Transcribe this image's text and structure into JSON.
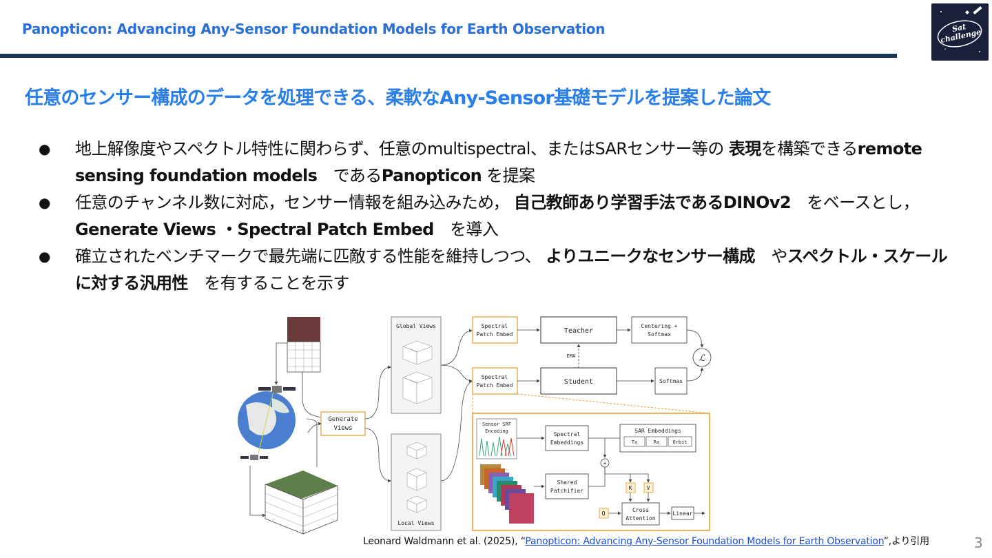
{
  "header": {
    "title": "Panopticon: Advancing Any-Sensor Foundation Models for Earth Observation",
    "logo_text_top": "Sat",
    "logo_text_bottom": "challenge"
  },
  "lead": "任意のセンサー構成のデータを処理できる、柔軟なAny-Sensor基礎モデルを提案した論文",
  "bullets": [
    {
      "parts": [
        "地上解像度やスペクトル特性に関わらず、任意のmultispectral、またはSARセンサー等の ",
        "表現",
        "を構築できる",
        "remote sensing foundation models",
        "　である",
        "Panopticon",
        " を提案"
      ]
    },
    {
      "parts": [
        "任意のチャンネル数に対応，センサー情報を組み込みため， ",
        "自己教師あり学習手法であるDINOv2",
        "　をベースとし，",
        "Generate Views ・Spectral Patch Embed",
        "　を導入"
      ]
    },
    {
      "parts": [
        "確立されたベンチマークで最先端に匹敵する性能を維持しつつ、 ",
        "よりユニークなセンサー構成",
        "　や",
        "スペクトル・スケールに対する汎用性",
        "　を有することを示す"
      ]
    }
  ],
  "diagram": {
    "global_views": "Global Views",
    "local_views": "Local Views",
    "generate_views": [
      "Generate",
      "Views"
    ],
    "spe_top": [
      "Spectral",
      "Patch Embed"
    ],
    "spe_bottom": [
      "Spectral",
      "Patch Embed"
    ],
    "teacher": "Teacher",
    "student": "Student",
    "ema": "EMA",
    "centering": [
      "Centering +",
      "Softmax"
    ],
    "softmax": "Softmax",
    "loss": "ℒ",
    "sensor_srf": [
      "Sensor SRF",
      "Encoding"
    ],
    "spectral_embeddings": [
      "Spectral",
      "Embeddings"
    ],
    "sar_embeddings": "SAR Embeddings",
    "sar_tx": "Tx",
    "sar_rx": "Rx",
    "sar_orbit": "Orbit",
    "shared_patchifier": [
      "Shared",
      "Patchifier"
    ],
    "k": "K",
    "v": "V",
    "q": "Q",
    "cross_attention": [
      "Cross",
      "Attention"
    ],
    "linear": "Linear",
    "plus": "+"
  },
  "citation": {
    "prefix": "Leonard Waldmann et al. (2025), “",
    "link": "Panopticon: Advancing Any-Sensor Foundation Models for Earth Observation",
    "suffix": "”,より引用"
  },
  "page_number": "3",
  "colors": {
    "header_blue": "#2a6fd6",
    "lead_blue": "#2a7ee8",
    "rule_navy": "#1d3557",
    "diagram_orange": "#e8a23a"
  }
}
